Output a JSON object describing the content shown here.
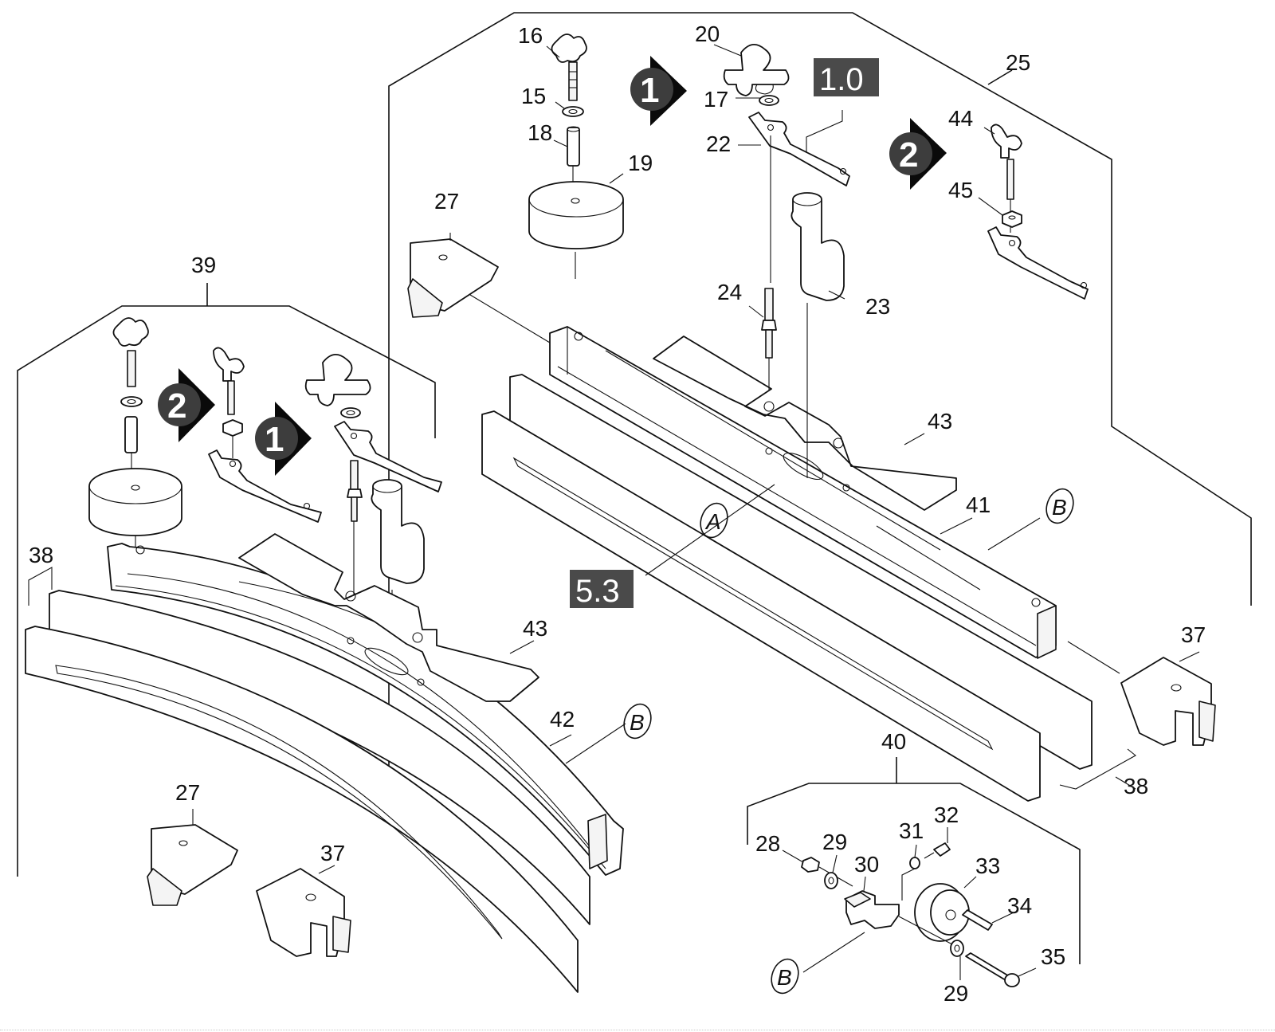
{
  "diagram": {
    "type": "exploded parts diagram",
    "assembly_groups": [
      {
        "label": "25",
        "description": "straight fence assembly (upper right)"
      },
      {
        "label": "39",
        "description": "curved fence assembly (left)"
      },
      {
        "label": "40",
        "description": "roller bracket assembly (bottom right)"
      }
    ],
    "part_numbers": {
      "p15": "15",
      "p16": "16",
      "p17": "17",
      "p18": "18",
      "p19": "19",
      "p20": "20",
      "p22": "22",
      "p23": "23",
      "p24": "24",
      "p25": "25",
      "p27a": "27",
      "p27b": "27",
      "p28": "28",
      "p29a": "29",
      "p29b": "29",
      "p30": "30",
      "p31": "31",
      "p32": "32",
      "p33": "33",
      "p34": "34",
      "p35": "35",
      "p37a": "37",
      "p37b": "37",
      "p38a": "38",
      "p38b": "38",
      "p39": "39",
      "p40": "40",
      "p41": "41",
      "p42": "42",
      "p43a": "43",
      "p43b": "43",
      "p44": "44",
      "p45": "45"
    },
    "torque_badges": {
      "b1": "1.0",
      "b2": "5.3"
    },
    "step_markers": {
      "s1_top": "1",
      "s2_top": "2",
      "s1_left": "1",
      "s2_left": "2"
    },
    "reference_callouts": {
      "refA": "A",
      "refB1": "B",
      "refB2": "B",
      "refB3": "B"
    }
  }
}
